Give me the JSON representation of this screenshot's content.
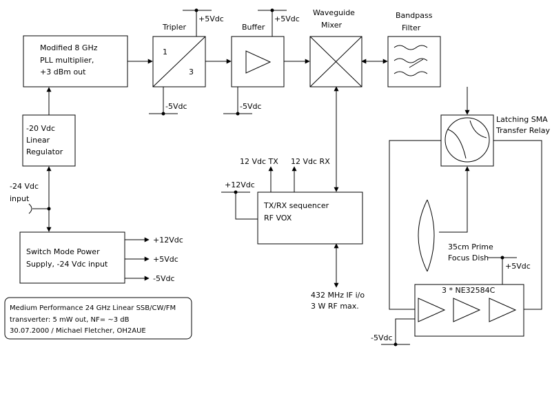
{
  "blocks": {
    "pll": [
      "Modified 8 GHz",
      "PLL multiplier,",
      "+3 dBm out"
    ],
    "regulator": [
      "-20 Vdc",
      "Linear",
      "Regulator"
    ],
    "smps": [
      "Switch Mode Power",
      "Supply, -24 Vdc input"
    ],
    "sequencer": [
      "TX/RX sequencer",
      "RF VOX"
    ],
    "amp_label": "3 * NE32584C"
  },
  "titles": {
    "tripler": "Tripler",
    "buffer": "Buffer",
    "mixer": [
      "Waveguide",
      "Mixer"
    ],
    "bpf": [
      "Bandpass",
      "Filter"
    ],
    "relay": [
      "Latching SMA",
      "Transfer Relay"
    ],
    "dish": [
      "35cm Prime",
      "Focus Dish"
    ]
  },
  "ports": {
    "tripler_in": "1",
    "tripler_out": "3"
  },
  "supplies": {
    "tripler_pos": "+5Vdc",
    "tripler_neg": "-5Vdc",
    "buffer_pos": "+5Vdc",
    "buffer_neg": "-5Vdc",
    "input": [
      "-24 Vdc",
      "input"
    ],
    "smps_out": [
      "+12Vdc",
      "+5Vdc",
      "-5Vdc"
    ],
    "seq_in": "+12Vdc",
    "tx": "12 Vdc TX",
    "rx": "12 Vdc RX",
    "amp_pos": "+5Vdc",
    "amp_neg": "-5Vdc"
  },
  "if_port": [
    "432 MHz IF i/o",
    "3 W RF max."
  ],
  "info": [
    "Medium Performance 24 GHz Linear SSB/CW/FM",
    "transverter: 5 mW out, NF= ~3 dB",
    "30.07.2000 / Michael Fletcher, OH2AUE"
  ]
}
